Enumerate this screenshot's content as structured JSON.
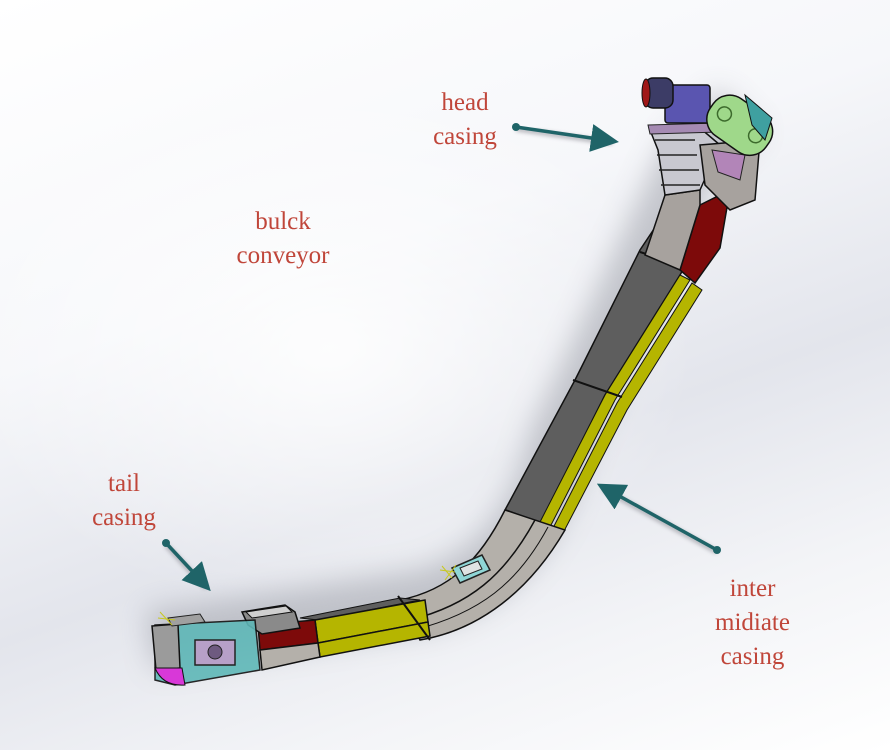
{
  "diagram": {
    "title": "bulck conveyor",
    "subject": "bulk chain conveyor CAD model",
    "labels": {
      "title": [
        "bulck",
        "conveyor"
      ],
      "head": [
        "head",
        "casing"
      ],
      "tail": [
        "tail",
        "casing"
      ],
      "intermediate": [
        "inter",
        "midiate",
        "casing"
      ]
    },
    "colors": {
      "label_text": "#c0463a",
      "arrow": "#1f6468",
      "casing_gray": "#5e5e5e",
      "casing_light": "#b4b0aa",
      "stripe_yellow": "#b5b500",
      "section_red": "#7d0a0a",
      "motor_blue": "#5a55b0",
      "guard_green": "#9fd88a",
      "tail_teal": "#5fb8b8",
      "hopper_magenta": "#d838d8"
    },
    "components": [
      "motor",
      "gearbox",
      "drive guard",
      "head casing",
      "intermediate casing",
      "bend section",
      "inlet hopper",
      "tail casing"
    ]
  }
}
